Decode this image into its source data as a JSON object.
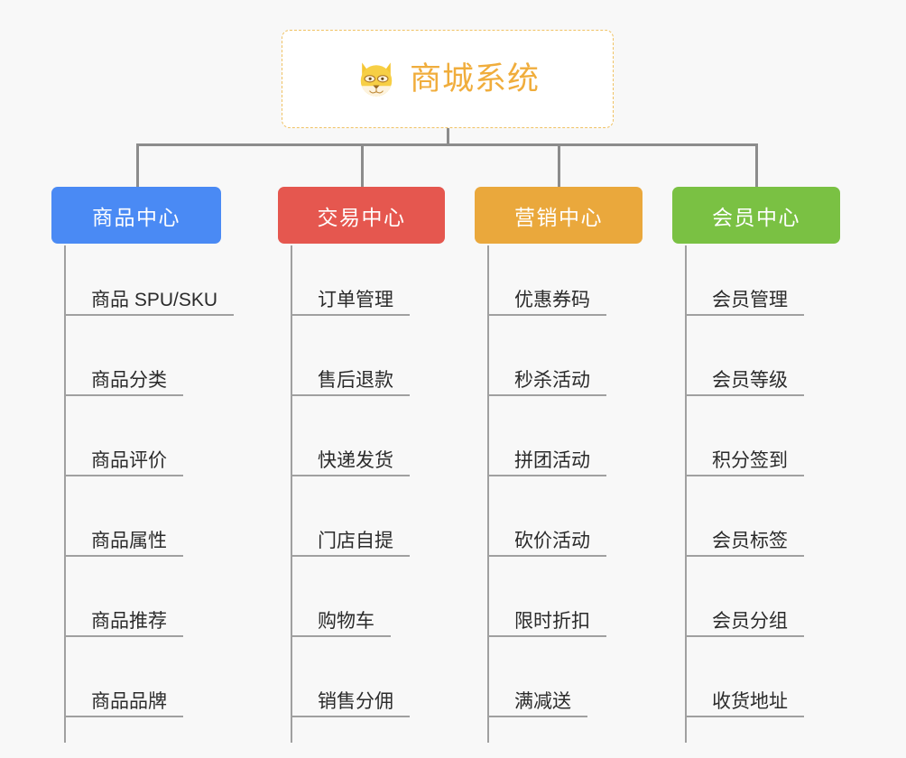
{
  "root": {
    "title": "商城系统",
    "icon": "shiba-dog-icon",
    "accent_color": "#f0ad3c",
    "border_color": "#f0c264"
  },
  "columns": [
    {
      "title": "商品中心",
      "color": "#4a8af4",
      "items": [
        "商品 SPU/SKU",
        "商品分类",
        "商品评价",
        "商品属性",
        "商品推荐",
        "商品品牌"
      ]
    },
    {
      "title": "交易中心",
      "color": "#e5574f",
      "items": [
        "订单管理",
        "售后退款",
        "快递发货",
        "门店自提",
        "购物车",
        "销售分佣"
      ]
    },
    {
      "title": "营销中心",
      "color": "#eaa83c",
      "items": [
        "优惠券码",
        "秒杀活动",
        "拼团活动",
        "砍价活动",
        "限时折扣",
        "满减送"
      ]
    },
    {
      "title": "会员中心",
      "color": "#7ac143",
      "items": [
        "会员管理",
        "会员等级",
        "积分签到",
        "会员标签",
        "会员分组",
        "收货地址"
      ]
    }
  ],
  "layout": {
    "background": "#f8f8f8",
    "connector_color": "#8c8c8c",
    "rule_color": "#a0a0a0"
  }
}
